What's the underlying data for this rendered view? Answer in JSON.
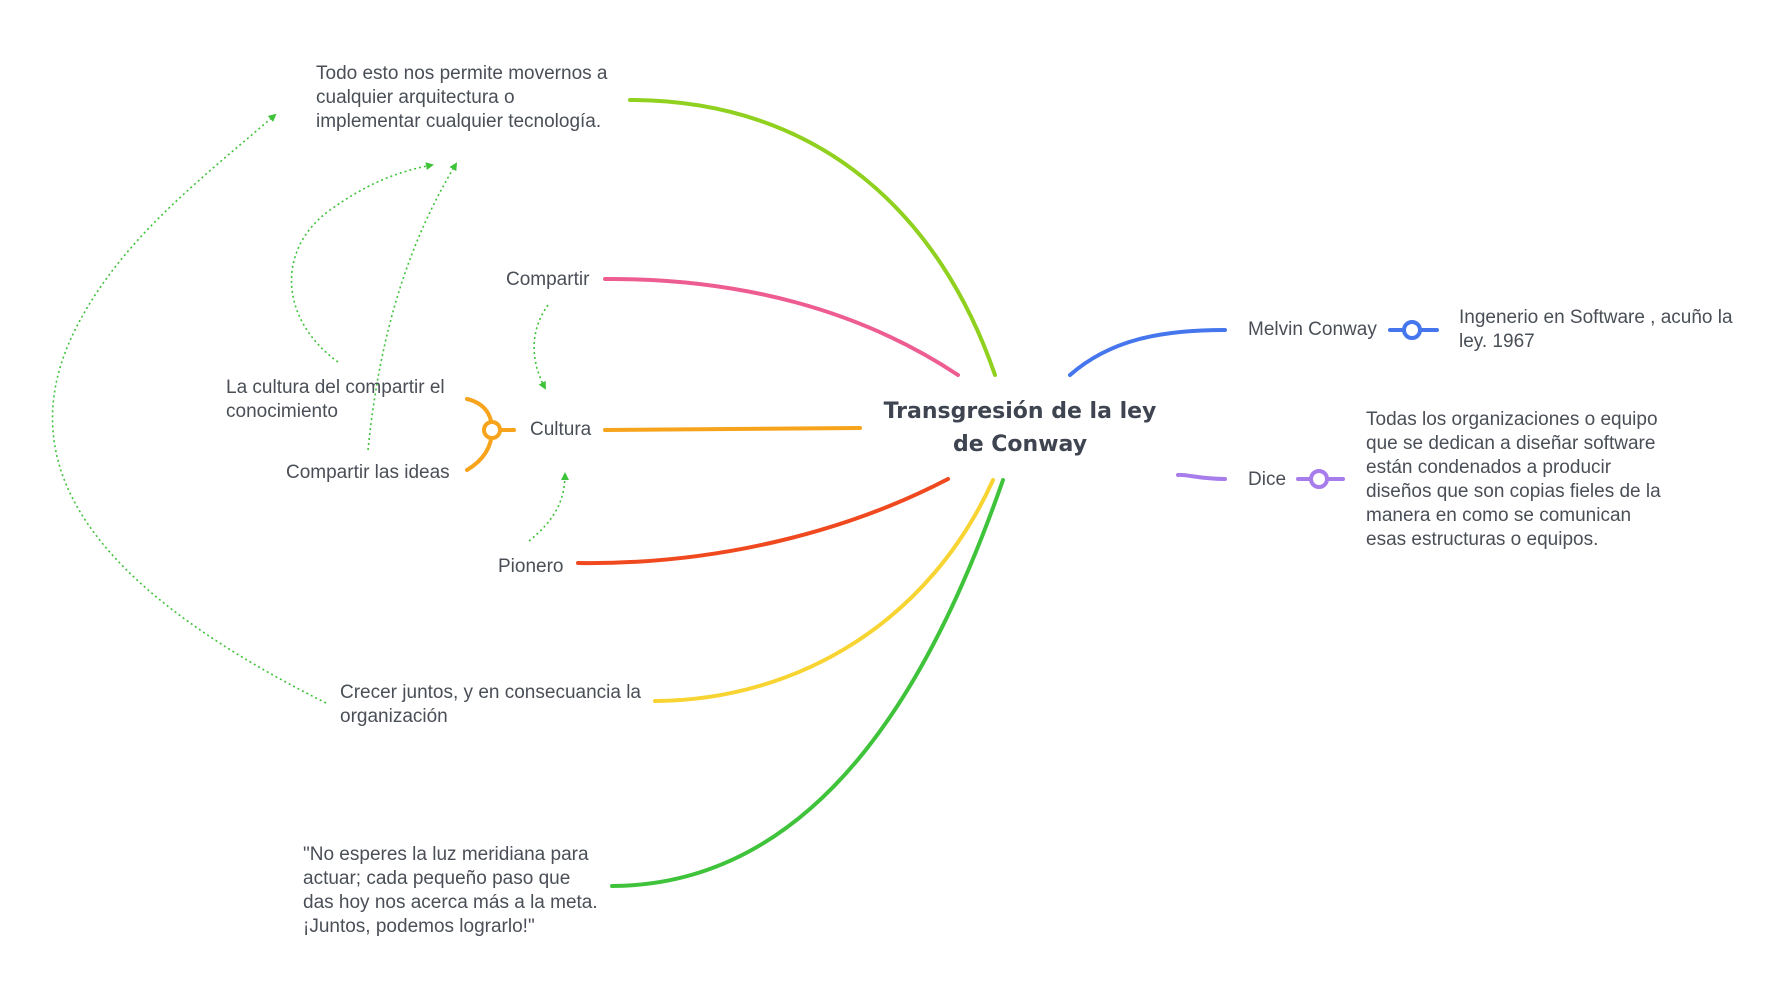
{
  "central_topic": "Transgresión de la ley\nde Conway",
  "left_branches": {
    "todo_esto": "Todo esto nos permite  movernos a\ncualquier arquitectura  o\n implementar cualquier tecnología.",
    "compartir": "Compartir",
    "cultura": "Cultura",
    "cultura_compartir_conocimiento": "La cultura del compartir el\nconocimiento",
    "compartir_ideas": "Compartir las ideas",
    "pionero": "Pionero",
    "crecer_juntos": "Crecer juntos, y en consecuancia la\norganización",
    "cita": "\"No esperes la luz meridiana para\nactuar; cada pequeño paso que\ndas hoy nos acerca más a la meta.\n¡Juntos, podemos lograrlo!\""
  },
  "right_branches": {
    "melvin_conway": "Melvin Conway",
    "melvin_detail": "Ingenerio en Software , acuño la\nley. 1967",
    "dice": "Dice",
    "dice_detail": "Todas los organizaciones o equipo\nque se dedican a diseñar software\nestán condenados a producir\ndiseños que son copias fieles de la\nmanera en como se comunican\nesas estructuras o equipos."
  },
  "colors": {
    "todo_esto": "#8fd11e",
    "compartir": "#ee5d91",
    "cultura": "#f7a31b",
    "pionero": "#f0491f",
    "crecer_juntos": "#f7d431",
    "cita": "#3fc33a",
    "melvin_conway": "#4576ee",
    "dice": "#a77ceb",
    "relation_arrows": "#3fc33a"
  }
}
